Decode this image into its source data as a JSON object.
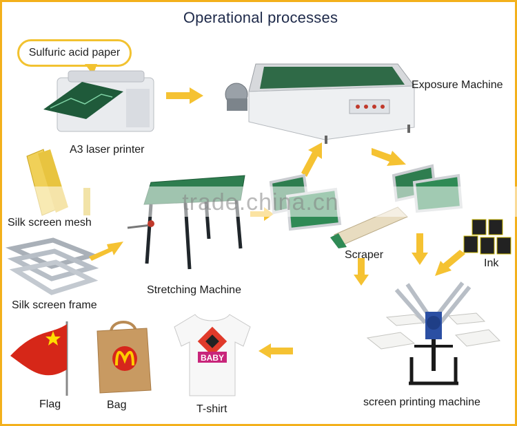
{
  "title": "Operational processes",
  "labels": {
    "sulfuric_acid_paper": "Sulfuric acid paper",
    "a3_laser_printer": "A3 laser printer",
    "exposure_machine": "Exposure Machine",
    "silk_screen_mesh": "Silk screen mesh",
    "silk_screen_frame": "Silk screen frame",
    "stretching_machine": "Stretching Machine",
    "scraper": "Scraper",
    "ink": "Ink",
    "screen_printing_machine": "screen printing machine",
    "flag": "Flag",
    "bag": "Bag",
    "t_shirt": "T-shirt"
  },
  "watermark": "trade.china.cn",
  "shirt_print": "BABY",
  "colors": {
    "border": "#f3b01c",
    "arrow": "#f5c232",
    "title": "#1e2a4a",
    "green_screen": "#2e7d4f"
  },
  "icons": [
    "printer-icon",
    "exposure-machine-icon",
    "mesh-roll-icon",
    "screen-frame-icon",
    "stretching-machine-icon",
    "scraper-icon",
    "ink-cans-icon",
    "printing-press-icon",
    "flag-icon",
    "bag-icon",
    "tshirt-icon"
  ]
}
